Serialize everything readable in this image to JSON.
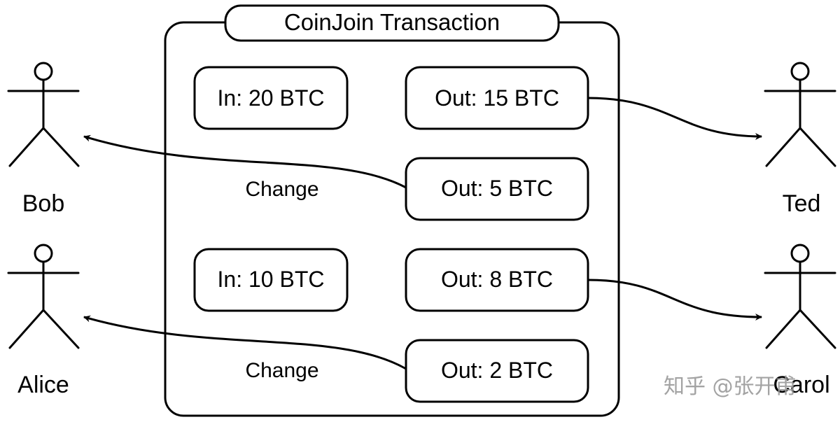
{
  "title": "CoinJoin Transaction",
  "inputs": [
    "In: 20 BTC",
    "In: 10 BTC"
  ],
  "outputs": [
    "Out: 15 BTC",
    "Out: 5 BTC",
    "Out: 8 BTC",
    "Out: 2 BTC"
  ],
  "change_labels": [
    "Change",
    "Change"
  ],
  "actors": [
    "Bob",
    "Alice",
    "Ted",
    "Carol"
  ],
  "watermark": "知乎 @张开甫"
}
